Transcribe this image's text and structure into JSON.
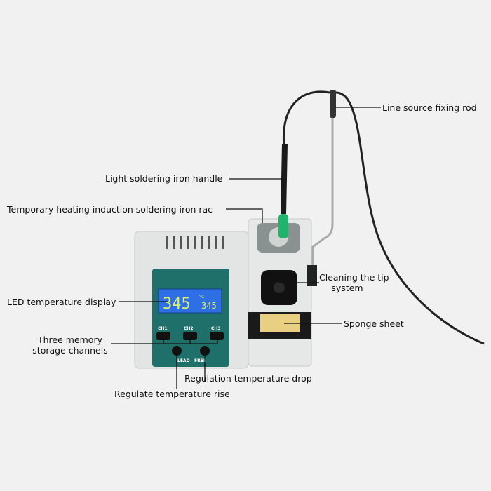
{
  "labels": {
    "line_rod": "Line source fixing rod",
    "handle": "Light soldering iron handle",
    "rack": "Temporary heating induction soldering iron rac",
    "cleaning_1": "Cleaning the tip",
    "cleaning_2": "system",
    "led": "LED temperature display",
    "sponge": "Sponge sheet",
    "memory_1": "Three memory",
    "memory_2": "storage channels",
    "drop": "Regulation temperature drop",
    "rise": "Regulate temperature rise"
  },
  "device": {
    "display_main": "345",
    "display_unit": "°C",
    "display_set": "345",
    "channels": [
      "CH1",
      "CH2",
      "CH3"
    ],
    "lead": "LEAD",
    "free": "FREE"
  },
  "colors": {
    "panel": "#1f6f6a",
    "lcd": "#2f6fe6",
    "digits": "#d8f07a",
    "grip": "#1fb36b",
    "background": "#f1f1f1"
  }
}
